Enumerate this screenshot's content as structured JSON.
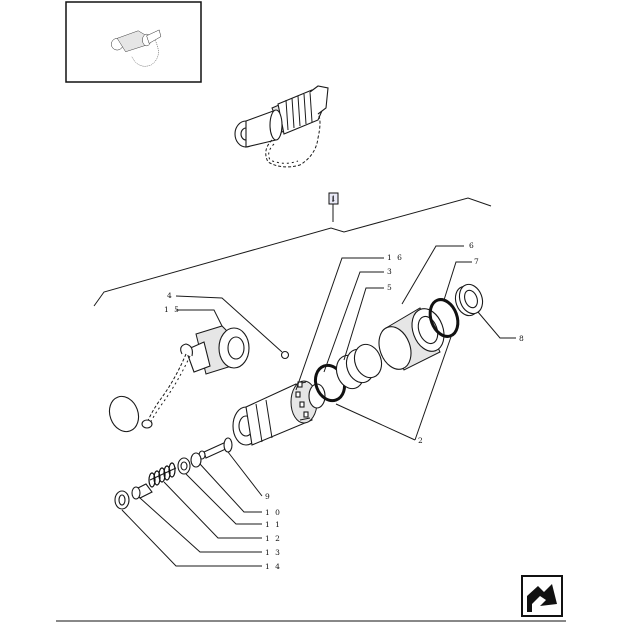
{
  "callouts": {
    "c1": "1",
    "c2": "2",
    "c3": "3",
    "c4": "4",
    "c5": "5",
    "c6": "6",
    "c7": "7",
    "c8": "8",
    "c9": "9",
    "c10": "1 0",
    "c11": "1 1",
    "c12": "1 2",
    "c13": "1 3",
    "c14": "1 4",
    "c15": "1 5",
    "c16": "1 6"
  },
  "icons": {
    "nav": "next-page-arrow-icon"
  }
}
